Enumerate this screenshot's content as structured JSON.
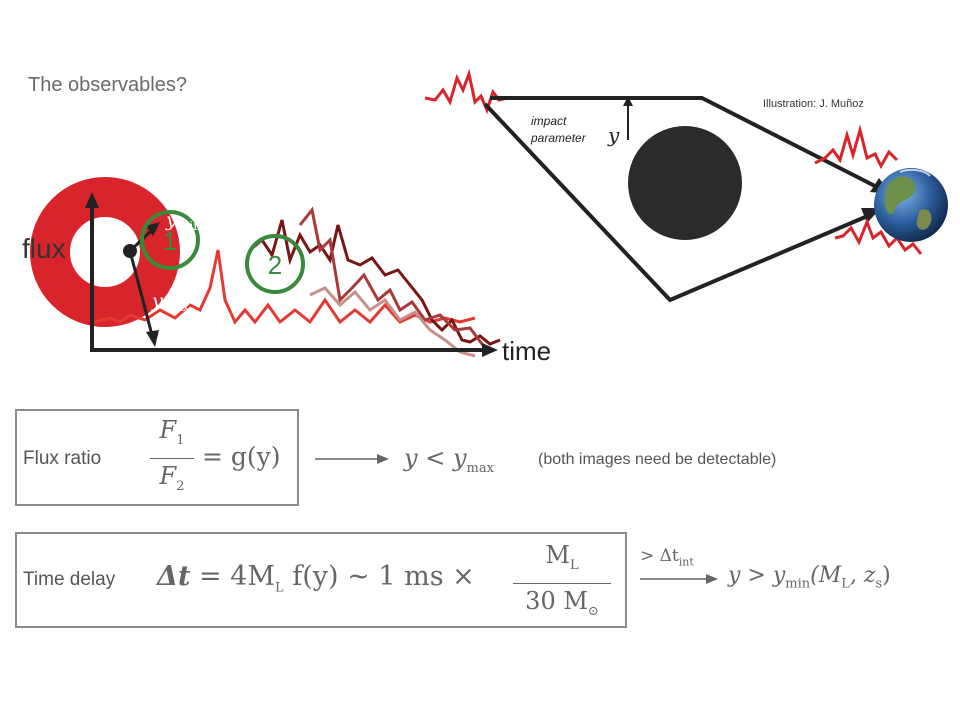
{
  "slide": {
    "title": "The observables?",
    "credit": "Illustration: J. Muñoz"
  },
  "lightcurve": {
    "axis_y_label": "flux",
    "axis_x_label": "time",
    "ring_label_min": "y",
    "ring_label_min_sub": "min",
    "ring_label_max": "y",
    "ring_label_max_sub": "max",
    "image_marker_1": "1",
    "image_marker_2": "2",
    "colors": {
      "ring": "#d8242b",
      "marker": "#3a8a3e",
      "curve_dark": "#7a1515",
      "curve_mid": "#a83a3a",
      "curve_red": "#e53a33"
    }
  },
  "lens_diagram": {
    "impact_label_line1": "impact",
    "impact_label_line2": "parameter",
    "impact_symbol": "y"
  },
  "flux_ratio": {
    "label": "Flux ratio",
    "numerator": "F",
    "numerator_sub": "1",
    "denominator": "F",
    "denominator_sub": "2",
    "rhs": "= g(y)",
    "result_var": "y",
    "result_rel": "<",
    "result_bound": "y",
    "result_bound_sub": "max",
    "note": "(both images need be detectable)"
  },
  "time_delay": {
    "label": "Time delay",
    "lhs": "Δt",
    "expr_a": "= 4M",
    "expr_a_sub": "L",
    "expr_b": "f(y) ∼ 1 ms ×",
    "frac_num": "M",
    "frac_num_sub": "L",
    "frac_den": "30 M",
    "frac_den_sub": "⊙",
    "arrow_label": "> Δt",
    "arrow_label_sub": "int",
    "result": "y > y",
    "result_sub": "min",
    "result_args": "(M",
    "result_args_sub": "L",
    "result_args_mid": ", z",
    "result_args_sub2": "s",
    "result_args_end": ")"
  }
}
